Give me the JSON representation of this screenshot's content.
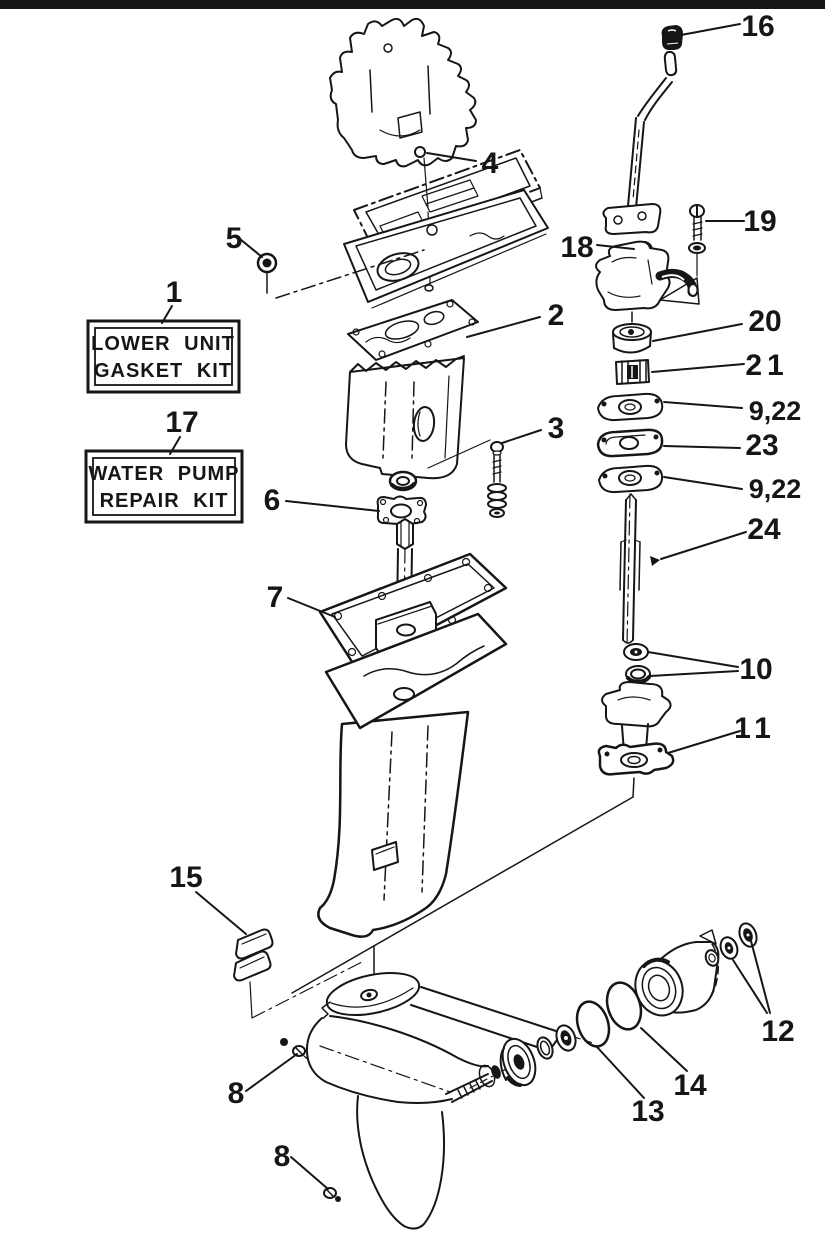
{
  "page": {
    "background": "#ffffff",
    "ink": "#161616",
    "top_bar_color": "#000000"
  },
  "diagram": {
    "kit_boxes": [
      {
        "callout": "1",
        "line1": "LOWER UNIT",
        "line2": "GASKET KIT"
      },
      {
        "callout": "17",
        "line1": "WATER PUMP",
        "line2": "REPAIR KIT"
      }
    ],
    "callouts": {
      "c1": "1",
      "c2": "2",
      "c3": "3",
      "c4": "4",
      "c5": "5",
      "c6": "6",
      "c7": "7",
      "c8a": "8",
      "c8b": "8",
      "c9_22a": "9,22",
      "c9_22b": "9,22",
      "c10": "10",
      "c11": "11",
      "c12": "12",
      "c13": "13",
      "c14": "14",
      "c15": "15",
      "c16": "16",
      "c17": "17",
      "c18": "18",
      "c19": "19",
      "c20": "20",
      "c21": "21",
      "c23": "23",
      "c24": "24"
    }
  }
}
